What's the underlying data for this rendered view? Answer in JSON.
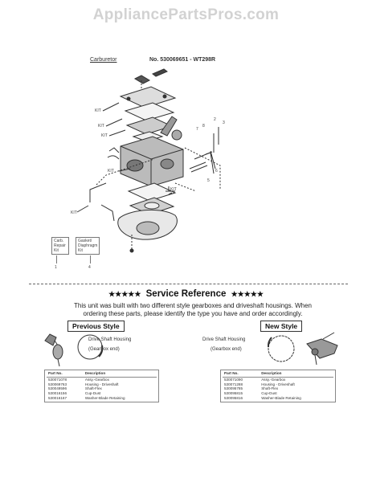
{
  "watermark": "AppliancePartsPros.com",
  "diagram": {
    "title": "Carburetor",
    "part_number": "No. 530069651 - WT298R",
    "kit_labels": [
      "KIT",
      "KIT",
      "KIT",
      "KIT",
      "KIT",
      "KIT"
    ],
    "callouts": [
      "7",
      "8",
      "2",
      "3",
      "6",
      "5",
      "1",
      "4"
    ],
    "kit_boxes": [
      {
        "text": "Carb. Repair Kit",
        "num": "1"
      },
      {
        "text": "Gasket/ Diaphragm Kit",
        "num": "4"
      }
    ]
  },
  "service": {
    "stars_left": "★★★★★",
    "title": "Service Reference",
    "stars_right": "★★★★★",
    "line1": "This unit was built with two different style gearboxes and driveshaft housings. When",
    "line2": "ordering these parts, please identify the type you have and order accordingly.",
    "previous_label": "Previous Style",
    "new_label": "New Style",
    "housing_line1": "Drive Shaft Housing",
    "housing_line2": "(Gearbox end)",
    "col_part": "Part No.",
    "col_desc": "Description",
    "previous_parts": [
      {
        "part": "530071078",
        "desc": "Assy.-Gearbox"
      },
      {
        "part": "530069763",
        "desc": "Housing - Driveshaft"
      },
      {
        "part": "530049596",
        "desc": "Shaft-Flex"
      },
      {
        "part": "530016156",
        "desc": "Cup-Dust"
      },
      {
        "part": "530016167",
        "desc": "Washer-Blade Retaining"
      }
    ],
    "new_parts": [
      {
        "part": "530071090",
        "desc": "Assy.-Gearbox"
      },
      {
        "part": "530071288",
        "desc": "Housing - Driveshaft"
      },
      {
        "part": "530095785",
        "desc": "Shaft-Flex"
      },
      {
        "part": "530095815",
        "desc": "Cup-Dust"
      },
      {
        "part": "530095816",
        "desc": "Washer-Blade Retaining"
      }
    ]
  }
}
